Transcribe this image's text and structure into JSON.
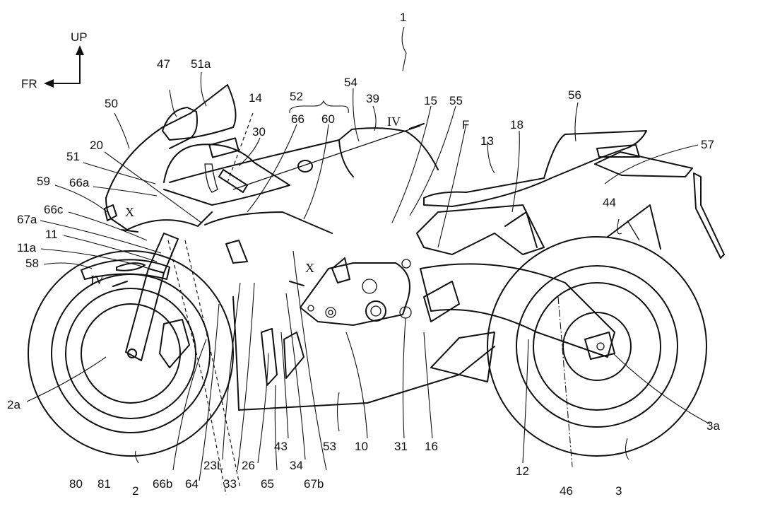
{
  "figure": {
    "title_ref": "1",
    "orientation": {
      "up": "UP",
      "front": "FR"
    },
    "section_markers": {
      "iv": "IV",
      "x": "X"
    },
    "labels": {
      "l1": "1",
      "l2": "2",
      "l2a": "2a",
      "l3": "3",
      "l3a": "3a",
      "l10": "10",
      "l11": "11",
      "l11a": "11a",
      "l12": "12",
      "l13": "13",
      "l14": "14",
      "l15": "15",
      "l16": "16",
      "l18": "18",
      "l20": "20",
      "l23L": "23L",
      "l26": "26",
      "l30": "30",
      "l31": "31",
      "l33": "33",
      "l34": "34",
      "l39": "39",
      "l43": "43",
      "l44": "44",
      "l46": "46",
      "l47": "47",
      "l50": "50",
      "l51": "51",
      "l51a": "51a",
      "l52": "52",
      "l53": "53",
      "l54": "54",
      "l55": "55",
      "l56": "56",
      "l57": "57",
      "l58": "58",
      "l59": "59",
      "l60": "60",
      "l64": "64",
      "l65": "65",
      "l66": "66",
      "l66a": "66a",
      "l66b": "66b",
      "l66c": "66c",
      "l67a": "67a",
      "l67b": "67b",
      "l80": "80",
      "l81": "81",
      "lF": "F"
    }
  }
}
